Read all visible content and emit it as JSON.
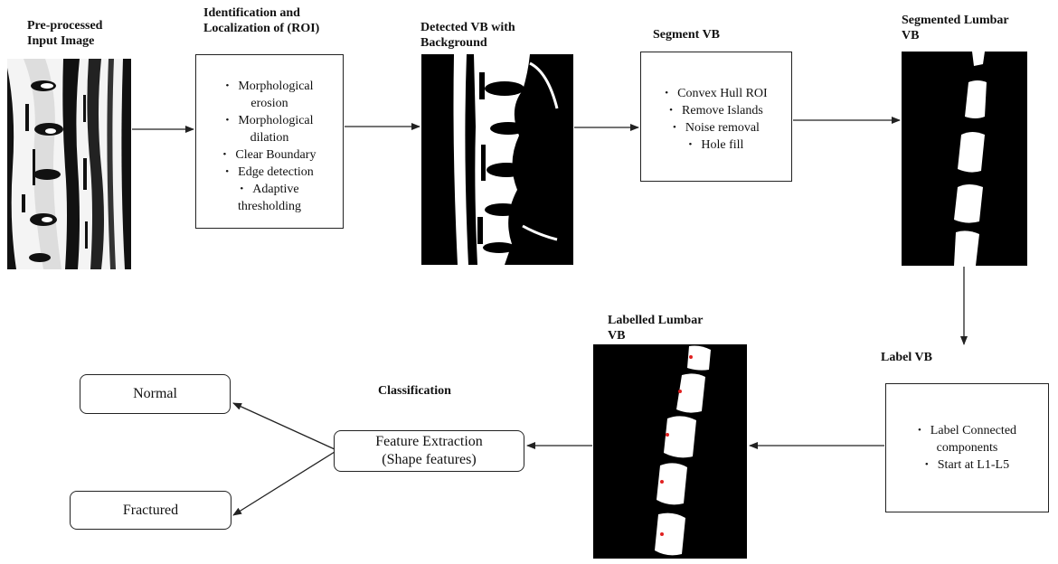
{
  "steps": {
    "input": {
      "title_l1": "Pre-processed",
      "title_l2": "Input Image"
    },
    "roi": {
      "title_l1": "Identification and",
      "title_l2": "Localization of  (ROI)",
      "items": [
        "Morphological",
        "erosion",
        "Morphological",
        "dilation",
        "Clear Boundary",
        "Edge detection",
        "Adaptive",
        "thresholding"
      ]
    },
    "detected": {
      "title_l1": "Detected VB with",
      "title_l2": "Background"
    },
    "segment": {
      "title": "Segment VB",
      "items": [
        "Convex Hull ROI",
        "Remove Islands",
        "Noise removal",
        "Hole fill"
      ]
    },
    "segmented": {
      "title_l1": "Segmented Lumbar",
      "title_l2": "VB"
    },
    "label": {
      "title": "Label VB",
      "items": [
        "Label Connected",
        "components",
        "Start at L1-L5"
      ]
    },
    "labelled": {
      "title_l1": "Labelled Lumbar",
      "title_l2": "VB"
    },
    "classification": {
      "title": "Classification"
    },
    "feature": {
      "line1": "Feature Extraction",
      "line2": "(Shape features)"
    },
    "normal": {
      "label": "Normal"
    },
    "fractured": {
      "label": "Fractured"
    }
  },
  "colors": {
    "line": "#222222",
    "marker": "#e02020"
  }
}
